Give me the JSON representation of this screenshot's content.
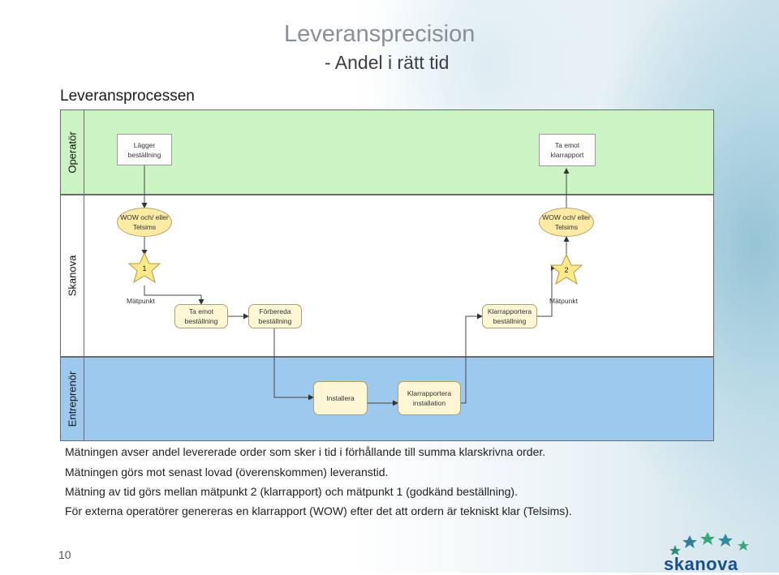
{
  "title": "Leveransprecision",
  "subtitle": "- Andel i rätt tid",
  "process_label": "Leveransprocessen",
  "lanes": {
    "operator": "Operatör",
    "skanova": "Skanova",
    "entreprenor": "Entreprenör"
  },
  "boxes": {
    "lagger_bestallning": "Lägger beställning",
    "ta_emot_klarrapport": "Ta emot klarrapport",
    "wow_left": "WOW och/ eller Telsims",
    "wow_right": "WOW och/ eller Telsims",
    "ta_emot_bestallning": "Ta emot beställning",
    "forbereda_bestallning": "Förbereda beställning",
    "klarrapportera_bestallning": "Klarrapportera beställning",
    "installera": "Installera",
    "klarrapportera_installation": "Klarrapportera installation"
  },
  "points": {
    "star1_number": "1",
    "star2_number": "2",
    "star1_label": "Mätpunkt",
    "star2_label": "Mätpunkt"
  },
  "colors": {
    "operator_lane": "#ccf3c3",
    "skanova_lane": "#ffffff",
    "entreprenor_lane": "#9ec9ee",
    "star_fill": "#fde98a"
  },
  "notes": [
    "Mätningen avser andel levererade order som sker i tid i förhållande till summa klarskrivna order.",
    "Mätningen görs mot senast lovad (överenskommen) leveranstid.",
    "Mätning av tid görs mellan mätpunkt 2 (klarrapport) och mätpunkt 1 (godkänd beställning).",
    "För externa operatörer genereras en klarrapport (WOW) efter det att ordern är tekniskt klar (Telsims)."
  ],
  "page_number": "10",
  "brand_name": "skanova",
  "icons": [
    "star-icon",
    "stars-logo-icon"
  ]
}
